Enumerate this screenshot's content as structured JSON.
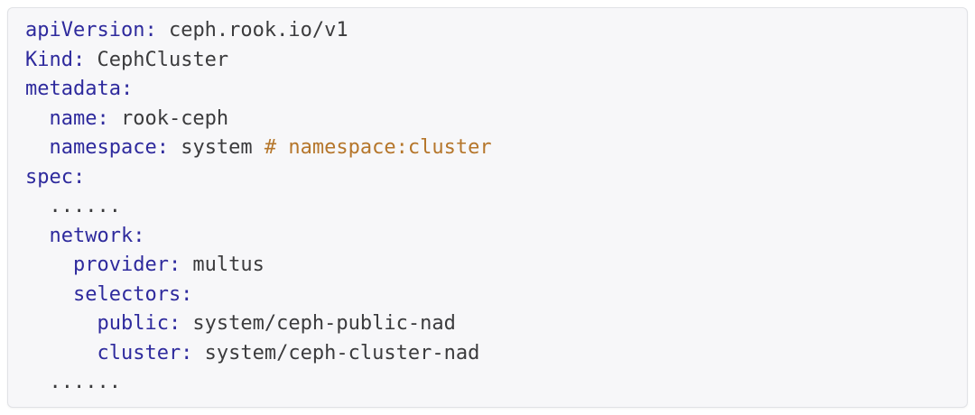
{
  "colors": {
    "page_background": "#ffffff",
    "code_background": "#f7f7f9",
    "code_border": "#e1e2e6",
    "key": "#2e2a9d",
    "value": "#3b3b3d",
    "comment": "#b5762b"
  },
  "code_block": {
    "lines": [
      {
        "tokens": [
          {
            "type": "key",
            "text": "apiVersion:"
          },
          {
            "type": "value",
            "text": " ceph.rook.io/v1"
          }
        ]
      },
      {
        "tokens": [
          {
            "type": "key",
            "text": "Kind:"
          },
          {
            "type": "value",
            "text": " CephCluster"
          }
        ]
      },
      {
        "tokens": [
          {
            "type": "key",
            "text": "metadata:"
          }
        ]
      },
      {
        "tokens": [
          {
            "type": "key",
            "text": "  name:"
          },
          {
            "type": "value",
            "text": " rook-ceph"
          }
        ]
      },
      {
        "tokens": [
          {
            "type": "key",
            "text": "  namespace:"
          },
          {
            "type": "value",
            "text": " system "
          },
          {
            "type": "comment",
            "text": "# namespace:cluster"
          }
        ]
      },
      {
        "tokens": [
          {
            "type": "key",
            "text": "spec:"
          }
        ]
      },
      {
        "tokens": [
          {
            "type": "value",
            "text": "  ......"
          }
        ]
      },
      {
        "tokens": [
          {
            "type": "key",
            "text": "  network:"
          }
        ]
      },
      {
        "tokens": [
          {
            "type": "key",
            "text": "    provider:"
          },
          {
            "type": "value",
            "text": " multus"
          }
        ]
      },
      {
        "tokens": [
          {
            "type": "key",
            "text": "    selectors:"
          }
        ]
      },
      {
        "tokens": [
          {
            "type": "key",
            "text": "      public:"
          },
          {
            "type": "value",
            "text": " system/ceph-public-nad"
          }
        ]
      },
      {
        "tokens": [
          {
            "type": "key",
            "text": "      cluster:"
          },
          {
            "type": "value",
            "text": " system/ceph-cluster-nad"
          }
        ]
      },
      {
        "tokens": [
          {
            "type": "value",
            "text": "  ......"
          }
        ]
      }
    ]
  }
}
